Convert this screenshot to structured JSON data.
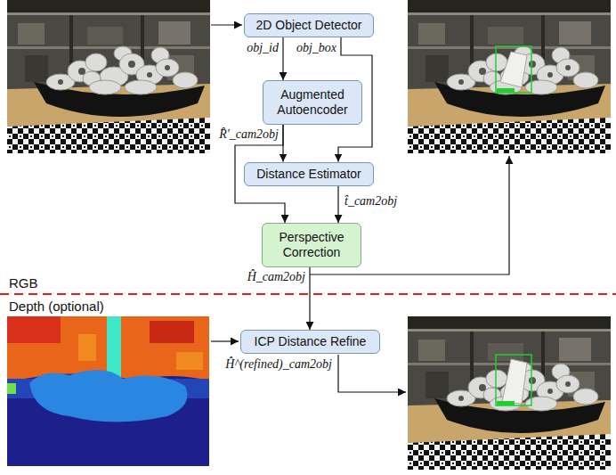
{
  "diagram": {
    "nodes": [
      {
        "text": [
          "2D Object Detector"
        ]
      },
      {
        "text": [
          "Augmented Autoencoder"
        ]
      },
      {
        "text": [
          "Distance Estimator"
        ]
      },
      {
        "text": [
          "Perspective Correction"
        ]
      },
      {
        "text": [
          "ICP Distance Refine"
        ]
      }
    ],
    "edges": [
      {
        "from": 0,
        "to": 1,
        "arrow": "to",
        "label": "obj_id"
      },
      {
        "from": 0,
        "to": 2,
        "arrow": "to",
        "label": "obj_box"
      },
      {
        "from": 1,
        "to": 2,
        "arrow": "to",
        "label": "R̂'_cam2obj"
      },
      {
        "from": 1,
        "to": 3,
        "arrow": "to"
      },
      {
        "from": 2,
        "to": 3,
        "arrow": "to",
        "label": "t̂_cam2obj"
      },
      {
        "from": 3,
        "to": 4,
        "arrow": "to",
        "label": "Ĥ_cam2obj"
      }
    ],
    "labels": [
      "Ĥ^(refined)_cam2obj",
      "RGB",
      "Depth (optional)"
    ]
  }
}
